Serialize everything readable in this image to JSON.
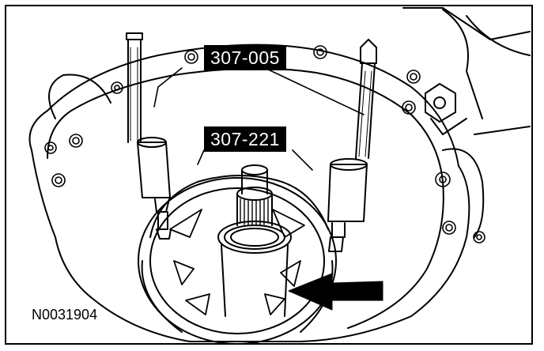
{
  "figure": {
    "callouts": {
      "tool_a": "307-005",
      "tool_b": "307-221"
    },
    "figure_code": "N0031904"
  }
}
